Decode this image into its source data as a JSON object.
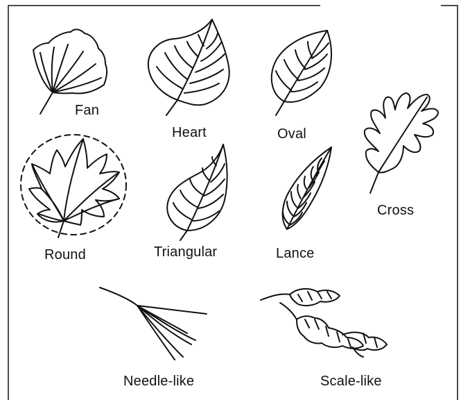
{
  "figure": {
    "stroke_color": "#111111",
    "background": "#ffffff",
    "leaves": [
      {
        "key": "fan",
        "label": "Fan",
        "icon": "fan-leaf-icon"
      },
      {
        "key": "heart",
        "label": "Heart",
        "icon": "heart-leaf-icon"
      },
      {
        "key": "oval",
        "label": "Oval",
        "icon": "oval-leaf-icon"
      },
      {
        "key": "cross",
        "label": "Cross",
        "icon": "cross-leaf-icon"
      },
      {
        "key": "round",
        "label": "Round",
        "icon": "round-leaf-icon"
      },
      {
        "key": "triangular",
        "label": "Triangular",
        "icon": "triangular-leaf-icon"
      },
      {
        "key": "lance",
        "label": "Lance",
        "icon": "lance-leaf-icon"
      },
      {
        "key": "needle",
        "label": "Needle-like",
        "icon": "needle-leaf-icon"
      },
      {
        "key": "scale",
        "label": "Scale-like",
        "icon": "scale-leaf-icon"
      }
    ]
  }
}
